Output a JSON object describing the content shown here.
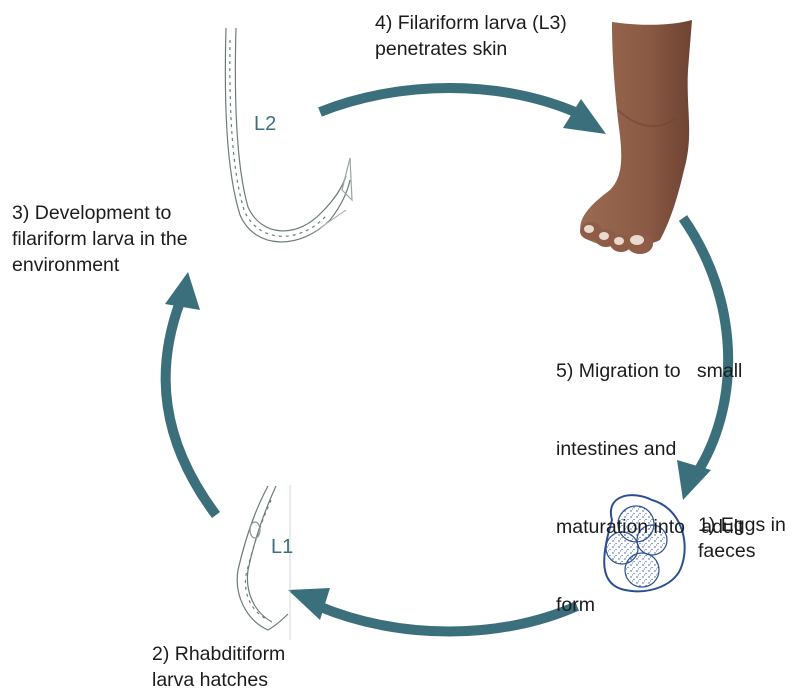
{
  "colors": {
    "arrow": "#3b6f7c",
    "skin": "#8a5a44",
    "skin_dark": "#6e4332",
    "egg_stroke": "#2b4f93",
    "larva_stroke": "#6b7c7a"
  },
  "stages": {
    "step1": {
      "lines": [
        "1) Eggs in",
        "faeces"
      ]
    },
    "step2": {
      "lines": [
        "2) Rhabditiform",
        "larva hatches"
      ]
    },
    "step3": {
      "lines": [
        "3) Development to",
        "filariform larva in the",
        "environment"
      ]
    },
    "step4": {
      "lines": [
        "4) Filariform larva (L3)",
        "penetrates skin"
      ]
    },
    "step5": {
      "lines": [
        "5) Migration to   small",
        "intestines and",
        "maturation into   adult",
        "form"
      ]
    }
  },
  "larva_tags": {
    "l1": "L1",
    "l2": "L2"
  },
  "icons": [
    "foot-icon",
    "egg-cluster-icon",
    "l1-larva-icon",
    "l2-larva-icon"
  ]
}
